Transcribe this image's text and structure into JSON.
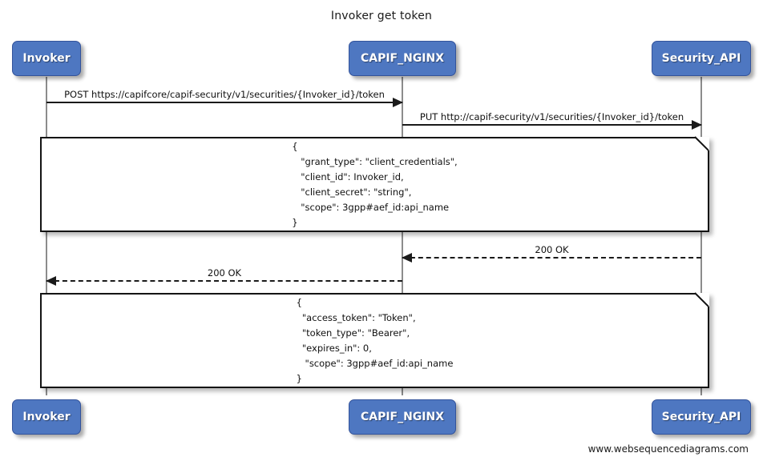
{
  "diagram": {
    "title": "Invoker get token",
    "watermark": "www.websequencediagrams.com",
    "colors": {
      "actor_fill": "#4e77c1",
      "actor_border": "#33539b",
      "actor_text": "#ffffff",
      "line": "#1a1a1a",
      "lifeline": "#8c8c8c",
      "note_fill": "#ffffff",
      "note_border": "#141414",
      "background": "#ffffff"
    }
  },
  "participants": [
    {
      "id": "invoker",
      "label": "Invoker"
    },
    {
      "id": "capif_nginx",
      "label": "CAPIF_NGINX"
    },
    {
      "id": "security_api",
      "label": "Security_API"
    }
  ],
  "participants_bottom": [
    {
      "id": "invoker",
      "label": "Invoker"
    },
    {
      "id": "capif_nginx",
      "label": "CAPIF_NGINX"
    },
    {
      "id": "security_api",
      "label": "Security_API"
    }
  ],
  "messages": [
    {
      "id": "msg-post-token",
      "label": "POST https://capifcore/capif-security/v1/securities/{Invoker_id}/token",
      "from": "invoker",
      "to": "capif_nginx",
      "style": "solid",
      "direction": "to-right"
    },
    {
      "id": "msg-put-token",
      "label": "PUT http://capif-security/v1/securities/{Invoker_id}/token",
      "from": "capif_nginx",
      "to": "security_api",
      "style": "solid",
      "direction": "to-right"
    },
    {
      "id": "msg-200-ok-security",
      "label": "200 OK",
      "from": "security_api",
      "to": "capif_nginx",
      "style": "dashed",
      "direction": "to-left"
    },
    {
      "id": "msg-200-ok-invoker",
      "label": "200 OK",
      "from": "capif_nginx",
      "to": "invoker",
      "style": "dashed",
      "direction": "to-left"
    }
  ],
  "notes": [
    {
      "id": "note-request-body",
      "text": "{\n   \"grant_type\": \"client_credentials\",\n   \"client_id\": Invoker_id,\n   \"client_secret\": \"string\",\n   \"scope\": 3gpp#aef_id:api_name\n}"
    },
    {
      "id": "note-response-body",
      "text": "{\n  \"access_token\": \"Token\",\n  \"token_type\": \"Bearer\",\n  \"expires_in\": 0,\n   \"scope\": 3gpp#aef_id:api_name\n}"
    }
  ]
}
